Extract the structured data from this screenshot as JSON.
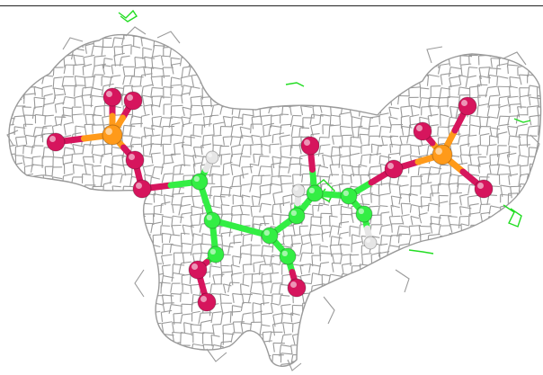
{
  "scene": {
    "description_free": true,
    "colors": {
      "background": "#ffffff",
      "mesh": "#9a9a9a",
      "carbon": "#33ee44",
      "oxygen": "#d6155d",
      "phosphorus": "#ff9a1a",
      "hydrogen": "#e6e6e6",
      "difference_density": "#22dd22"
    },
    "atom_types": [
      "carbon",
      "oxygen",
      "phosphorus",
      "hydrogen"
    ]
  }
}
